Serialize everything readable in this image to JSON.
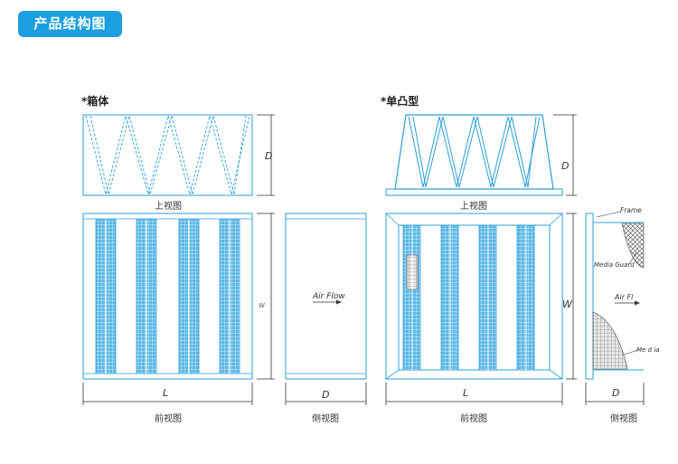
{
  "header": {
    "title": "产品结构图"
  },
  "box_type": {
    "title": "*箱体",
    "top_view_caption": "上视图",
    "front_view_caption": "前视图",
    "side_view_caption": "侧视图",
    "dim_depth": "D",
    "dim_length": "L",
    "dim_width": "W",
    "air_flow": "Air Flow"
  },
  "single_flange": {
    "title": "*单凸型",
    "top_view_caption": "上视图",
    "front_view_caption": "前视图",
    "side_view_caption": "侧视图",
    "dim_depth": "D",
    "dim_length": "L",
    "dim_width": "W",
    "label_frame": "Frame",
    "label_media_guard": "Media Guard",
    "label_air_flow": "Air Fl",
    "label_media": "Me  d  ia"
  },
  "colors": {
    "accent": "#1a9fe0",
    "line": "#2a9fd8",
    "pack": "#5ab8e6",
    "dark": "#333333"
  }
}
